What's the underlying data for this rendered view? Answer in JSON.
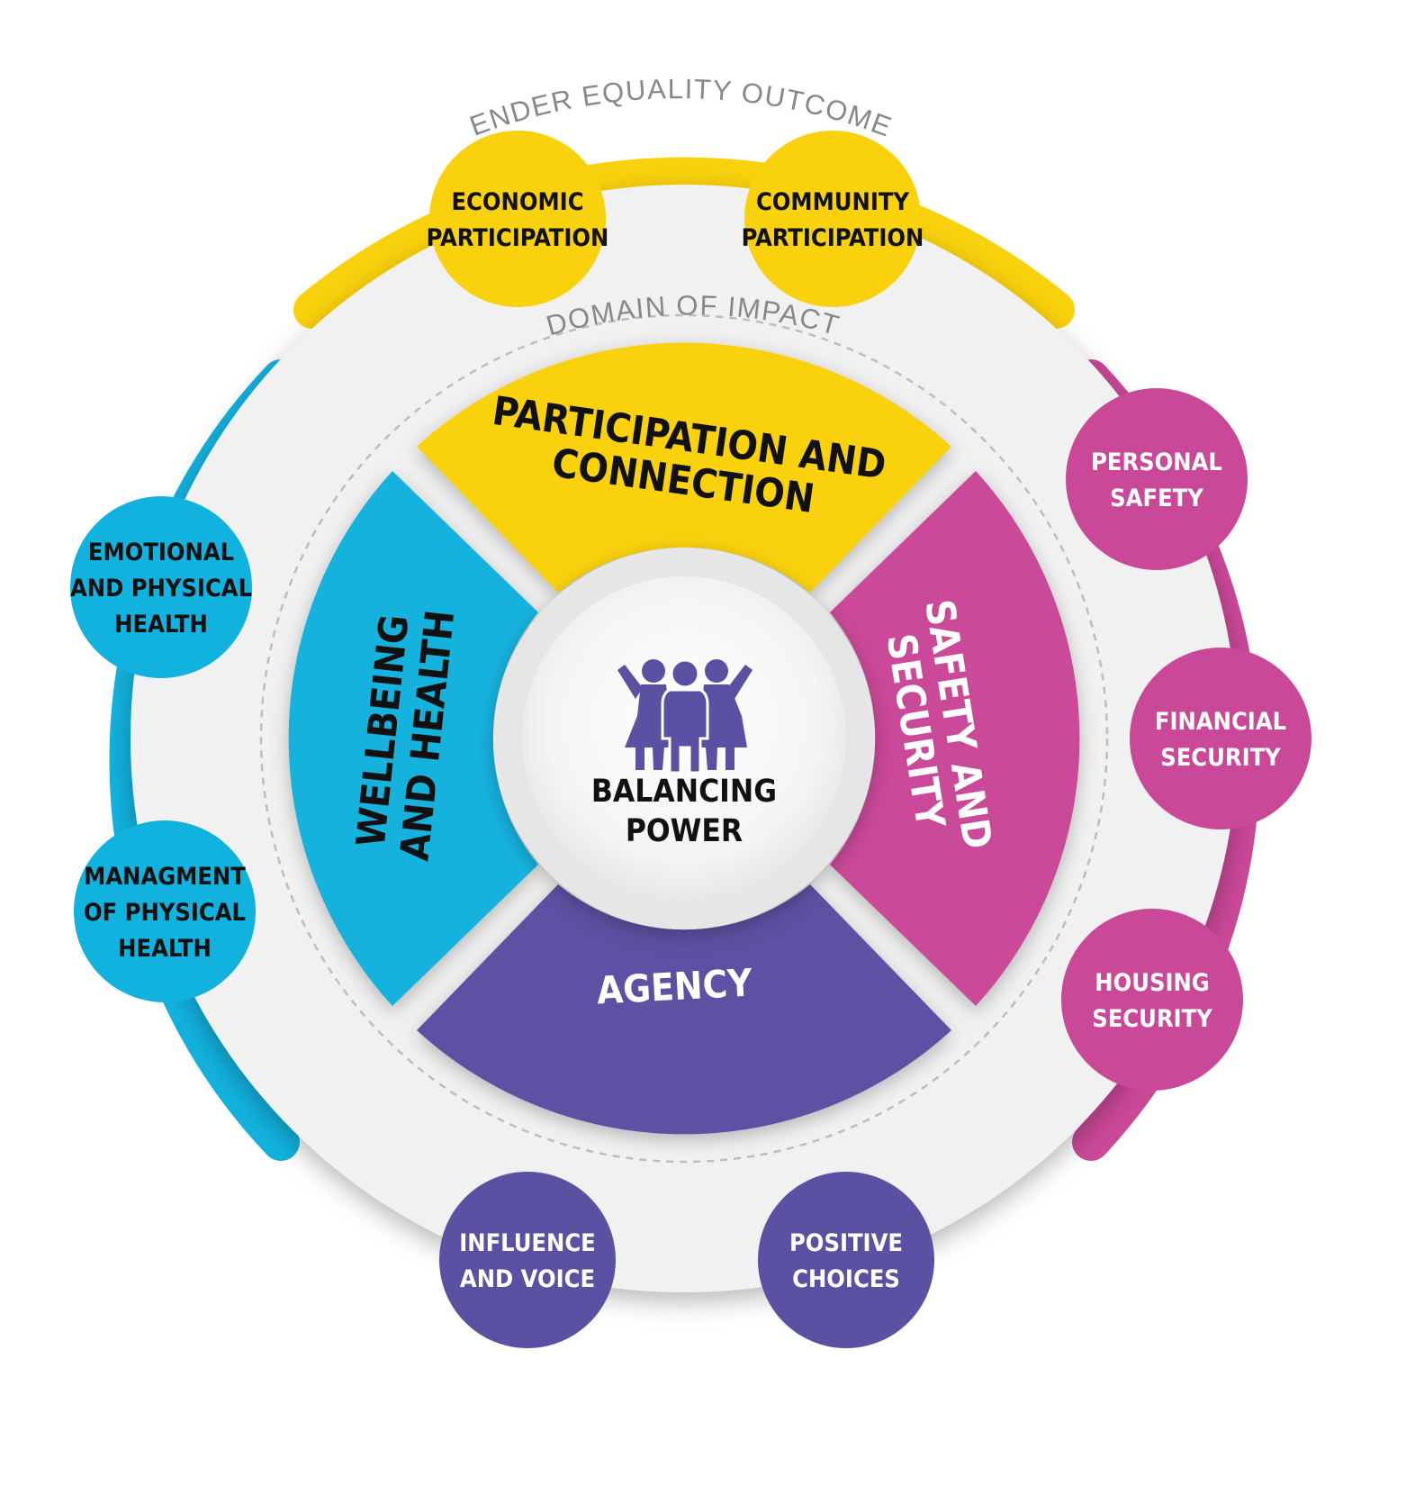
{
  "colors": {
    "yellow": "#F9D10C",
    "magenta": "#CA4898",
    "cyan": "#12B2DE",
    "purple": "#5B51A2",
    "grey_ring": "#F1F1F1",
    "label_grey": "#888888",
    "dark_text": "#111111",
    "white_text": "#FFFFFF"
  },
  "outer_title": "GENDER EQUALITY OUTCOMES",
  "inner_title": "DOMAIN OF IMPACT",
  "center": {
    "icon": "people-group-icon",
    "line1": "BALANCING",
    "line2": "POWER"
  },
  "domains": {
    "top": {
      "line1": "PARTICIPATION AND",
      "line2": "CONNECTION"
    },
    "right": {
      "line1": "SAFETY AND",
      "line2": "SECURITY"
    },
    "bottom": {
      "line1": "AGENCY"
    },
    "left": {
      "line1": "WELLBEING",
      "line2": "AND HEALTH"
    }
  },
  "outcomes": {
    "economic": {
      "lines": [
        "ECONOMIC",
        "PARTICIPATION"
      ]
    },
    "community": {
      "lines": [
        "COMMUNITY",
        "PARTICIPATION"
      ]
    },
    "personal_safety": {
      "lines": [
        "PERSONAL",
        "SAFETY"
      ]
    },
    "financial_security": {
      "lines": [
        "FINANCIAL",
        "SECURITY"
      ]
    },
    "housing_security": {
      "lines": [
        "HOUSING",
        "SECURITY"
      ]
    },
    "influence_voice": {
      "lines": [
        "INFLUENCE",
        "AND VOICE"
      ]
    },
    "positive_choices": {
      "lines": [
        "POSITIVE",
        "CHOICES"
      ]
    },
    "emotional_health": {
      "lines": [
        "EMOTIONAL",
        "AND PHYSICAL",
        "HEALTH"
      ]
    },
    "managment_health": {
      "lines": [
        "MANAGMENT",
        "OF PHYSICAL",
        "HEALTH"
      ]
    }
  }
}
